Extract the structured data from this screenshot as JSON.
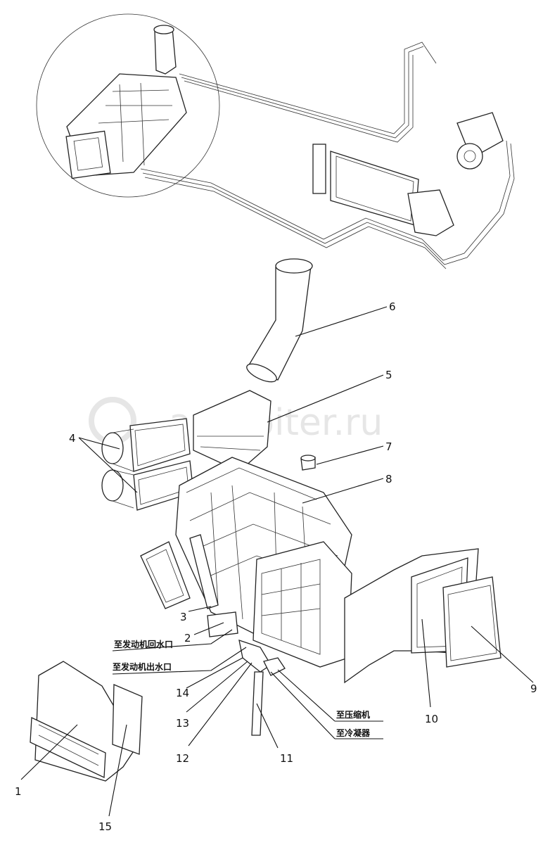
{
  "watermark": "autopiter.ru",
  "callouts": [
    {
      "id": "c1",
      "text": "1"
    },
    {
      "id": "c2",
      "text": "2"
    },
    {
      "id": "c3",
      "text": "3"
    },
    {
      "id": "c4",
      "text": "4"
    },
    {
      "id": "c5",
      "text": "5"
    },
    {
      "id": "c6",
      "text": "6"
    },
    {
      "id": "c7",
      "text": "7"
    },
    {
      "id": "c8",
      "text": "8"
    },
    {
      "id": "c9",
      "text": "9"
    },
    {
      "id": "c10",
      "text": "10"
    },
    {
      "id": "c11",
      "text": "11"
    },
    {
      "id": "c12",
      "text": "12"
    },
    {
      "id": "c13",
      "text": "13"
    },
    {
      "id": "c14",
      "text": "14"
    },
    {
      "id": "c15",
      "text": "15"
    }
  ],
  "annotations": {
    "engine_return": "至发动机回水口",
    "engine_outlet": "至发动机出水口",
    "to_compressor": "至压缩机",
    "to_condenser": "至冷凝器"
  }
}
